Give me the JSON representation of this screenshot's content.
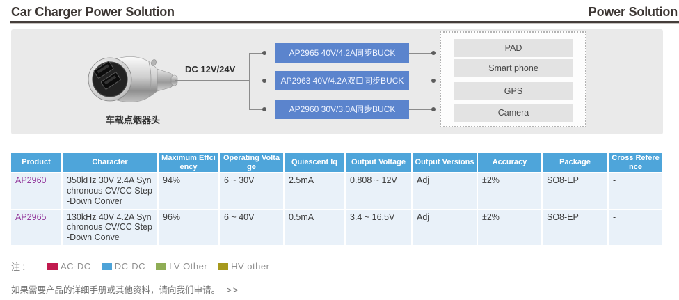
{
  "header": {
    "title": "Car Charger Power Solution",
    "subtitle": "Power Solution"
  },
  "diagram": {
    "device_label": "车载点烟器头",
    "input_label": "DC 12V/24V",
    "buck_boxes": [
      "AP2965 40V/4.2A同步BUCK",
      "AP2963 40V/4.2A双口同步BUCK",
      "AP2960 30V/3.0A同步BUCK"
    ],
    "load_boxes": [
      "PAD",
      "Smart phone",
      "GPS",
      "Camera"
    ],
    "buck_box_color": "#5b84cd"
  },
  "table": {
    "columns": [
      "Product",
      "Character",
      "Maximum Effciency",
      "Operating Voltage",
      "Quiescent Iq",
      "Output Voltage",
      "Output Versions",
      "Accuracy",
      "Package",
      "Cross Reference"
    ],
    "rows": [
      {
        "product": "AP2960",
        "character": "350kHz 30V 2.4A Synchronous CV/CC Step-Down Conver",
        "max_efficiency": "94%",
        "operating_voltage": "6 ~ 30V",
        "quiescent_iq": "2.5mA",
        "output_voltage": "0.808 ~ 12V",
        "output_versions": "Adj",
        "accuracy": "±2%",
        "package": "SO8-EP",
        "cross_reference": "-"
      },
      {
        "product": "AP2965",
        "character": "130kHz 40V 4.2A Synchronous CV/CC Step-Down Conve",
        "max_efficiency": "96%",
        "operating_voltage": "6 ~ 40V",
        "quiescent_iq": "0.5mA",
        "output_voltage": "3.4 ~ 16.5V",
        "output_versions": "Adj",
        "accuracy": "±2%",
        "package": "SO8-EP",
        "cross_reference": "-"
      }
    ],
    "header_color": "#4ea5da",
    "row_color": "#e9f1f9",
    "product_link_color": "#93379b"
  },
  "legend": {
    "prefix": "注：",
    "items": [
      {
        "label": "AC-DC",
        "color": "#c11a4e"
      },
      {
        "label": "DC-DC",
        "color": "#4da3d8"
      },
      {
        "label": "LV Other",
        "color": "#8fad55"
      },
      {
        "label": "HV other",
        "color": "#a6991c"
      }
    ]
  },
  "footer": {
    "text": "如果需要产品的详细手册或其他资料，请向我们申请。",
    "link": ">>"
  }
}
